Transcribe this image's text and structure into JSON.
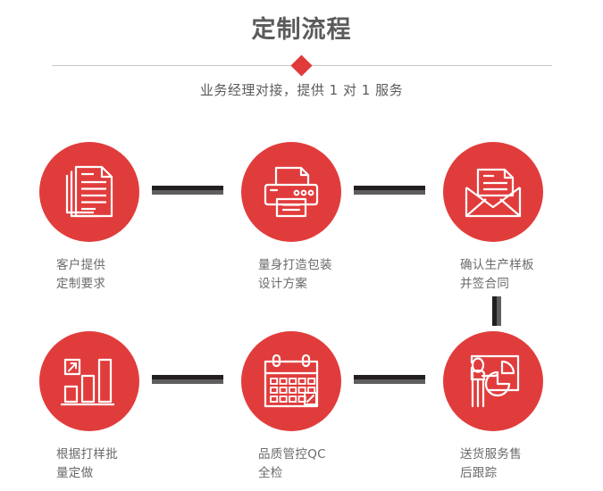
{
  "header": {
    "title": "定制流程",
    "subtitle": "业务经理对接，提供 1 对 1 服务",
    "accent_color": "#e13c3c",
    "divider_color": "#c8c8c8",
    "title_color": "#5b5b5b"
  },
  "flow": {
    "connector_dark_color": "#231f20",
    "connector_light_color": "#5e5e5e",
    "circle_color": "#e13c3c",
    "label_color": "#6a6a6a",
    "steps": [
      {
        "index": "1",
        "icon": "documents-stack-icon",
        "label": "客户提供\n定制要求"
      },
      {
        "index": "2",
        "icon": "printer-icon",
        "label": "量身打造包装\n设计方案"
      },
      {
        "index": "3",
        "icon": "envelope-letter-icon",
        "label": "确认生产样板\n并签合同"
      },
      {
        "index": "4",
        "icon": "bar-chart-growth-icon",
        "label": "根据打样批\n量定做"
      },
      {
        "index": "5",
        "icon": "calendar-check-icon",
        "label": "品质管控QC\n全检"
      },
      {
        "index": "6",
        "icon": "presenter-pie-chart-icon",
        "label": "送货服务售\n后跟踪"
      }
    ],
    "connectors": [
      {
        "name": "connector-step1-step2",
        "orientation": "horizontal"
      },
      {
        "name": "connector-step2-step3",
        "orientation": "horizontal"
      },
      {
        "name": "connector-step3-step6",
        "orientation": "vertical"
      },
      {
        "name": "connector-step4-step5",
        "orientation": "horizontal"
      },
      {
        "name": "connector-step5-step6",
        "orientation": "horizontal"
      }
    ]
  }
}
